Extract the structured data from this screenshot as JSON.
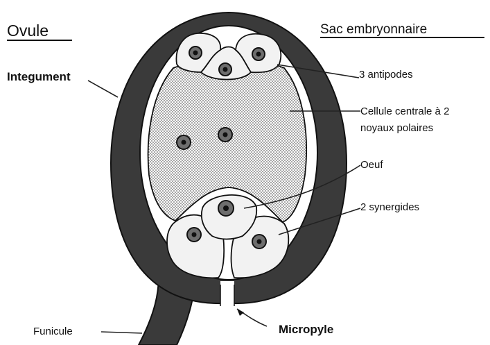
{
  "diagram": {
    "title": "Ovule",
    "subtitle": "Sac embryonnaire",
    "labels": {
      "integument": "Integument",
      "antipodes": "3 antipodes",
      "central_cell_line1": "Cellule centrale à 2",
      "central_cell_line2": "noyaux polaires",
      "egg": "Oeuf",
      "synergids": "2 synergides",
      "funicule": "Funicule",
      "micropyle": "Micropyle"
    },
    "colors": {
      "integument": "#3a3a3a",
      "outline": "#111111",
      "central_stipple": "#cfcfcf",
      "cell_fill": "#f2f2f2",
      "nucleus": "#6e6e6e"
    }
  }
}
